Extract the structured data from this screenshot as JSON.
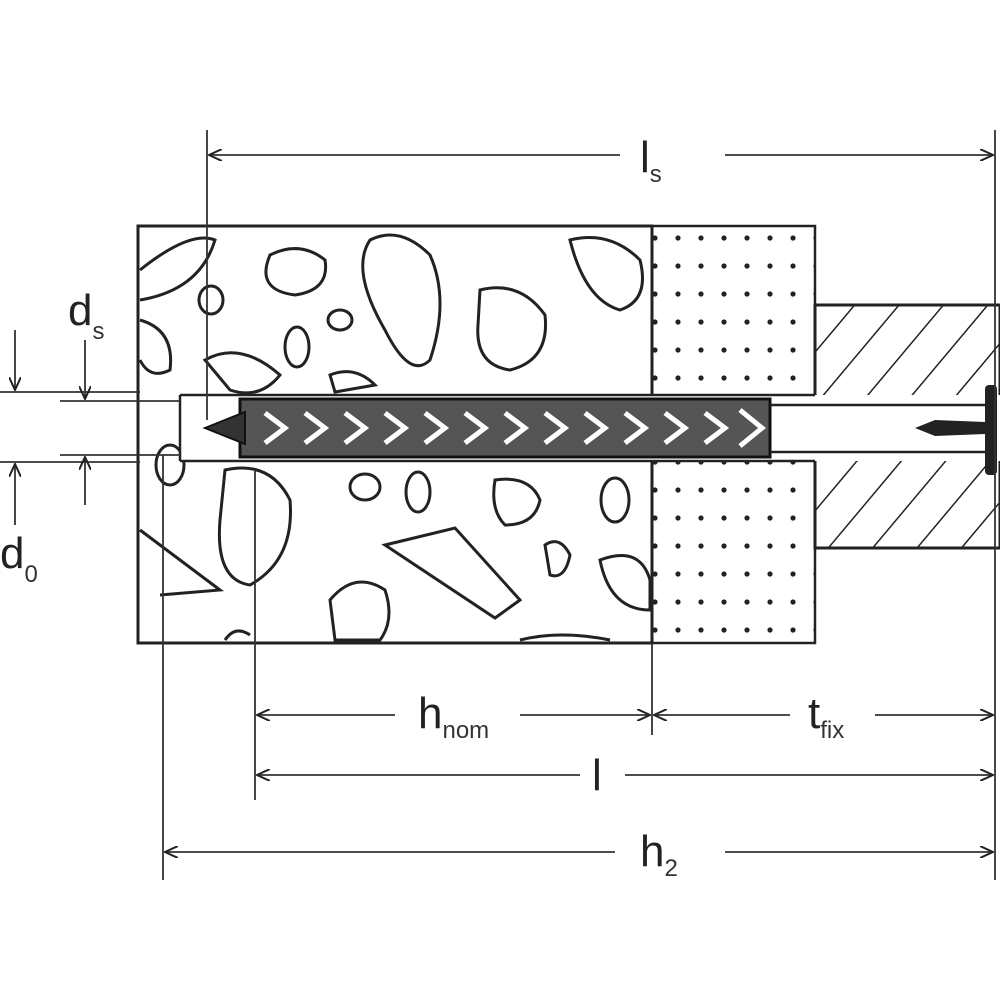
{
  "diagram": {
    "labels": {
      "ls": {
        "main": "l",
        "sub": "s"
      },
      "ds": {
        "main": "d",
        "sub": "s"
      },
      "d0": {
        "main": "d",
        "sub": "0"
      },
      "hnom": {
        "main": "h",
        "sub": "nom"
      },
      "tfix": {
        "main": "t",
        "sub": "fix"
      },
      "l": {
        "main": "l"
      },
      "h2": {
        "main": "h",
        "sub": "2"
      }
    },
    "parts": [
      "concrete-base",
      "plaster-layer",
      "fixture",
      "plug",
      "screw"
    ],
    "colors": {
      "line": "#222222",
      "background": "#ffffff"
    }
  }
}
